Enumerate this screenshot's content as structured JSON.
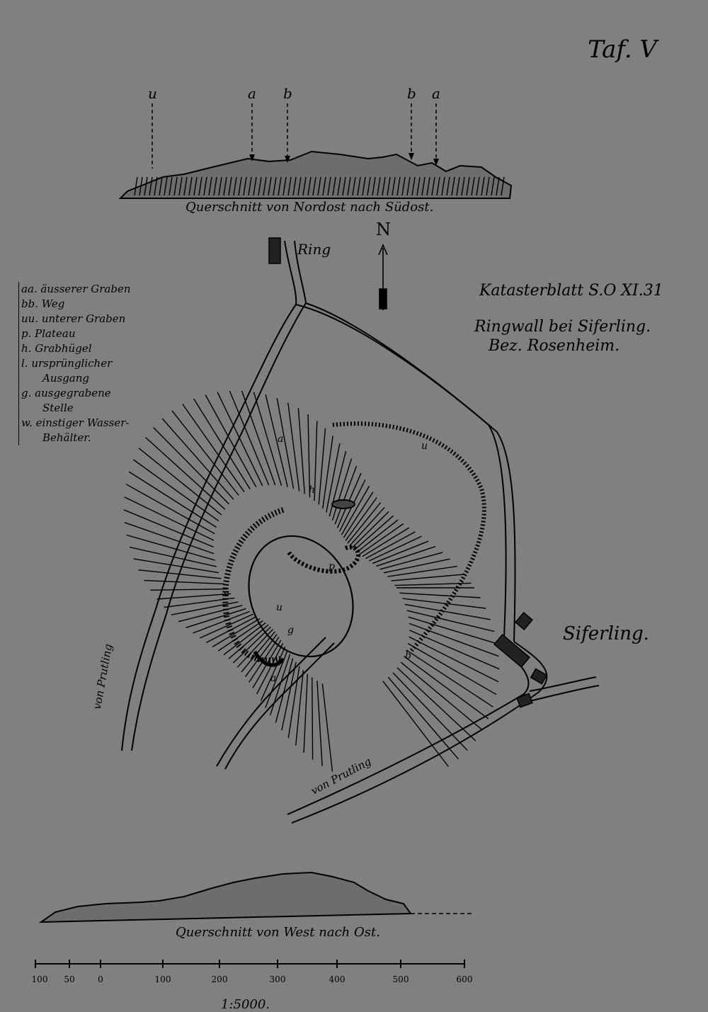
{
  "plate_label": "Taf. V",
  "top_section": {
    "caption": "Querschnitt von Nordost nach Südost.",
    "markers": [
      "u",
      "a",
      "b",
      "b",
      "a"
    ]
  },
  "north_label": "N",
  "road_labels": {
    "ring": "Ring",
    "prutling_1": "von Prutling",
    "prutling_2": "von Prutling"
  },
  "kataster": "Katasterblatt S.O XI.31",
  "title": {
    "line1": "Ringwall bei Siferling.",
    "line2": "Bez. Rosenheim."
  },
  "legend": [
    "aa. äusserer Graben",
    "bb. Weg",
    "uu. unterer Graben",
    "p. Plateau",
    "h. Grabhügel",
    "l. ursprünglicher",
    "Ausgang",
    "g. ausgegrabene",
    "Stelle",
    "w. einstiger Wasser-",
    "Behälter."
  ],
  "place_name": "Siferling.",
  "map_letters": [
    "a",
    "u",
    "h",
    "g",
    "p",
    "a",
    "u",
    "b",
    "a"
  ],
  "bottom_section": {
    "caption": "Querschnitt von West nach Ost."
  },
  "scale": {
    "ticks": [
      "100",
      "50",
      "0",
      "100",
      "200",
      "300",
      "400",
      "500",
      "600"
    ],
    "ratio": "1:5000."
  }
}
